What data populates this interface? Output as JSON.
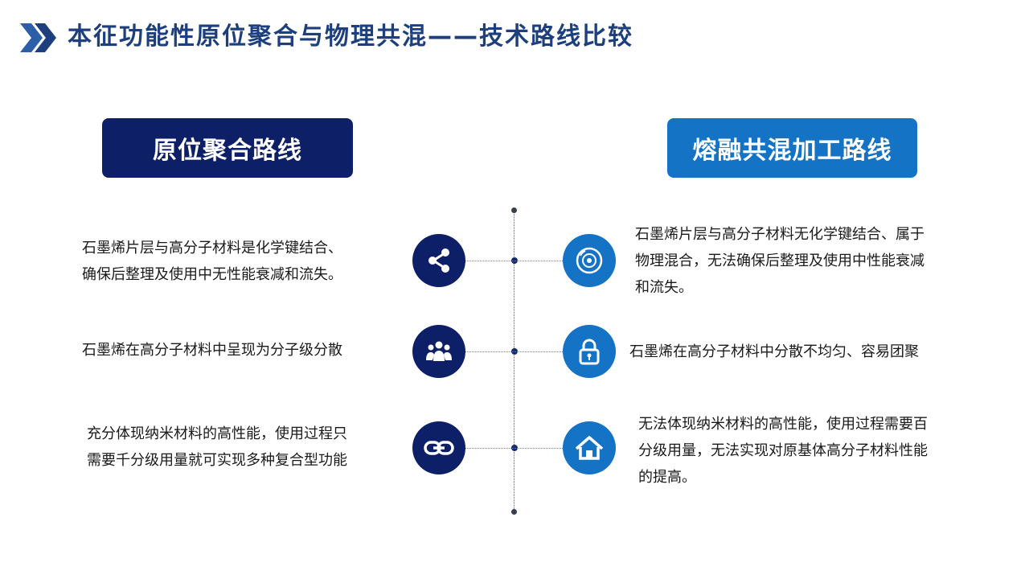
{
  "header": {
    "title": "本征功能性原位聚合与物理共混——技术路线比较"
  },
  "colors": {
    "title": "#1d3f7d",
    "navy": "#0d1f66",
    "blue": "#1473c4"
  },
  "left": {
    "heading": "原位聚合路线",
    "items": [
      {
        "icon": "share-icon",
        "lines": [
          "石墨烯片层与高分子材料是化学键结合、",
          "确保后整理及使用中无性能衰减和流失。"
        ]
      },
      {
        "icon": "users-icon",
        "lines": [
          "石墨烯在高分子材料中呈现为分子级分散"
        ]
      },
      {
        "icon": "link-icon",
        "lines": [
          "充分体现纳米材料的高性能，使用过程只",
          "需要千分级用量就可实现多种复合型功能"
        ]
      }
    ]
  },
  "right": {
    "heading": "熔融共混加工路线",
    "items": [
      {
        "icon": "disc-icon",
        "lines": [
          "石墨烯片层与高分子材料无化学键结合、属于",
          "物理混合，无法确保后整理及使用中性能衰减",
          "和流失。"
        ]
      },
      {
        "icon": "lock-icon",
        "lines": [
          "石墨烯在高分子材料中分散不均匀、容易团聚"
        ]
      },
      {
        "icon": "home-icon",
        "lines": [
          "无法体现纳米材料的高性能，使用过程需要百",
          "分级用量，无法实现对原基体高分子材料性能",
          "的提高。"
        ]
      }
    ]
  }
}
